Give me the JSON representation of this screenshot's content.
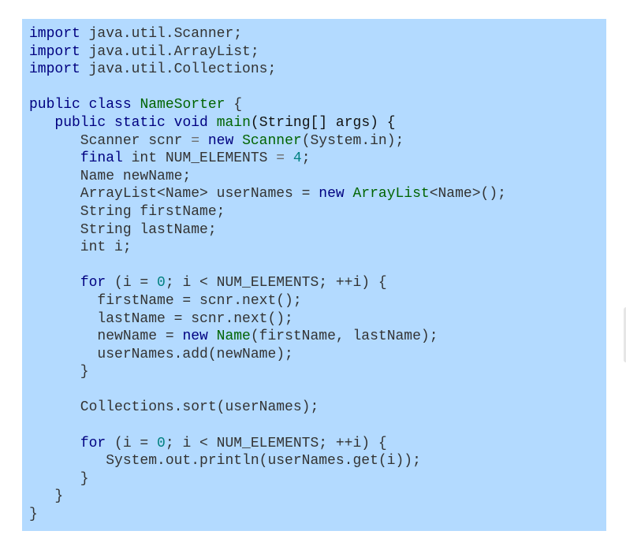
{
  "colors": {
    "background": "#b3daff",
    "keyword": "#000080",
    "type": "#006400",
    "number": "#008080",
    "text": "#333333"
  },
  "code": {
    "lines": [
      [
        {
          "t": "import",
          "c": "kw"
        },
        {
          "t": " java.util.Scanner;",
          "c": ""
        }
      ],
      [
        {
          "t": "import",
          "c": "kw"
        },
        {
          "t": " java.util.ArrayList;",
          "c": ""
        }
      ],
      [
        {
          "t": "import",
          "c": "kw"
        },
        {
          "t": " java.util.Collections;",
          "c": ""
        }
      ],
      [],
      [
        {
          "t": "public",
          "c": "kw"
        },
        {
          "t": " ",
          "c": ""
        },
        {
          "t": "class",
          "c": "kw"
        },
        {
          "t": " ",
          "c": ""
        },
        {
          "t": "NameSorter",
          "c": "ty"
        },
        {
          "t": " {",
          "c": ""
        }
      ],
      [
        {
          "t": "   ",
          "c": ""
        },
        {
          "t": "public",
          "c": "kw"
        },
        {
          "t": " ",
          "c": ""
        },
        {
          "t": "static",
          "c": "kw"
        },
        {
          "t": " ",
          "c": ""
        },
        {
          "t": "void",
          "c": "kw"
        },
        {
          "t": " ",
          "c": ""
        },
        {
          "t": "main",
          "c": "ty"
        },
        {
          "t": "(String[] args) {",
          "c": "p"
        }
      ],
      [
        {
          "t": "      Scanner scnr ",
          "c": ""
        },
        {
          "t": "=",
          "c": "op"
        },
        {
          "t": " ",
          "c": ""
        },
        {
          "t": "new",
          "c": "kw"
        },
        {
          "t": " ",
          "c": ""
        },
        {
          "t": "Scanner",
          "c": "ty"
        },
        {
          "t": "(System.in);",
          "c": ""
        }
      ],
      [
        {
          "t": "      ",
          "c": ""
        },
        {
          "t": "final",
          "c": "kw"
        },
        {
          "t": " int NUM_ELEMENTS ",
          "c": ""
        },
        {
          "t": "=",
          "c": "op"
        },
        {
          "t": " ",
          "c": ""
        },
        {
          "t": "4",
          "c": "num"
        },
        {
          "t": ";",
          "c": ""
        }
      ],
      [
        {
          "t": "      Name newName;",
          "c": ""
        }
      ],
      [
        {
          "t": "      ArrayList<Name> userNames = ",
          "c": ""
        },
        {
          "t": "new",
          "c": "kw"
        },
        {
          "t": " ",
          "c": ""
        },
        {
          "t": "ArrayList",
          "c": "ty"
        },
        {
          "t": "<Name>();",
          "c": ""
        }
      ],
      [
        {
          "t": "      String firstName;",
          "c": ""
        }
      ],
      [
        {
          "t": "      String lastName;",
          "c": ""
        }
      ],
      [
        {
          "t": "      int i;",
          "c": ""
        }
      ],
      [],
      [
        {
          "t": "      ",
          "c": ""
        },
        {
          "t": "for",
          "c": "kw"
        },
        {
          "t": " (i = ",
          "c": ""
        },
        {
          "t": "0",
          "c": "num"
        },
        {
          "t": "; i < NUM_ELEMENTS; ++i) {",
          "c": ""
        }
      ],
      [
        {
          "t": "        firstName = scnr.next();",
          "c": ""
        }
      ],
      [
        {
          "t": "        lastName = scnr.next();",
          "c": ""
        }
      ],
      [
        {
          "t": "        newName = ",
          "c": ""
        },
        {
          "t": "new",
          "c": "kw"
        },
        {
          "t": " ",
          "c": ""
        },
        {
          "t": "Name",
          "c": "ty"
        },
        {
          "t": "(firstName, lastName);",
          "c": ""
        }
      ],
      [
        {
          "t": "        userNames.add(newName);",
          "c": ""
        }
      ],
      [
        {
          "t": "      }",
          "c": ""
        }
      ],
      [],
      [
        {
          "t": "      Collections.sort(userNames);",
          "c": ""
        }
      ],
      [],
      [
        {
          "t": "      ",
          "c": ""
        },
        {
          "t": "for",
          "c": "kw"
        },
        {
          "t": " (i = ",
          "c": ""
        },
        {
          "t": "0",
          "c": "num"
        },
        {
          "t": "; i < NUM_ELEMENTS; ++i) {",
          "c": ""
        }
      ],
      [
        {
          "t": "         System.out.println(userNames.get(i));",
          "c": ""
        }
      ],
      [
        {
          "t": "      }",
          "c": ""
        }
      ],
      [
        {
          "t": "   }",
          "c": ""
        }
      ],
      [
        {
          "t": "}",
          "c": ""
        }
      ]
    ]
  }
}
